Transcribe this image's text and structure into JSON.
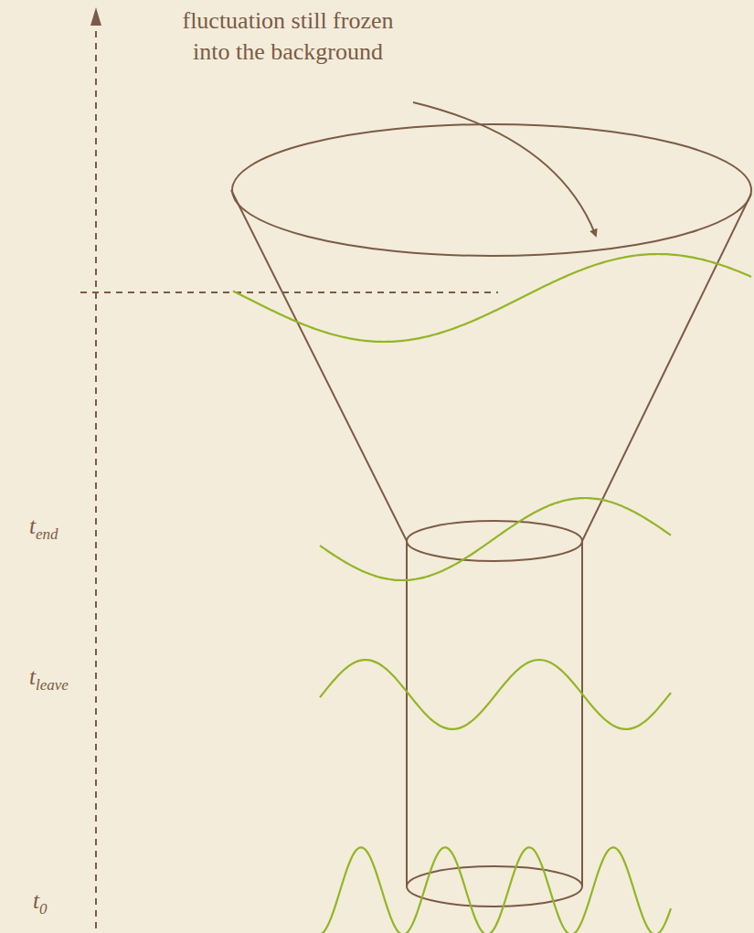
{
  "diagram": {
    "labels": [
      "fluctuation still frozen into the background",
      "t",
      "end",
      "t",
      "leave",
      "t",
      "0"
    ]
  }
}
